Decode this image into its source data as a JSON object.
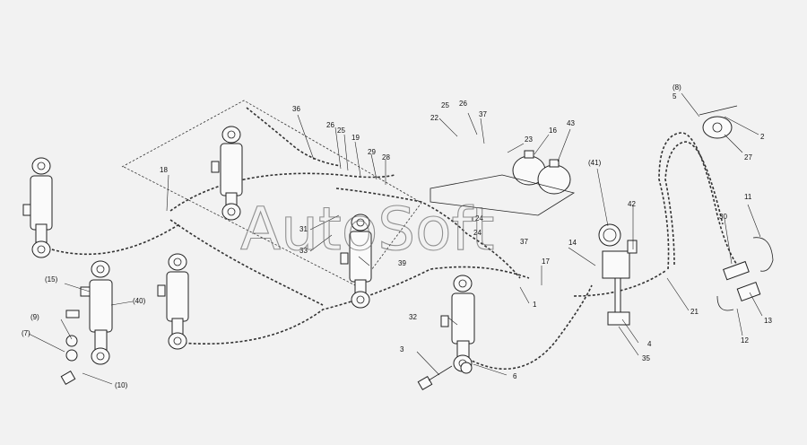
{
  "diagram": {
    "labels": {
      "l1": "1",
      "l2": "2",
      "l3": "3",
      "l4": "4",
      "l5": "5",
      "l6": "6",
      "l9": "(9)",
      "l7": "(7)",
      "l10": "(10)",
      "l8": "(8)",
      "l11": "11",
      "l12": "12",
      "l13": "13",
      "l14": "14",
      "l15": "(15)",
      "l16": "16",
      "l17": "17",
      "l18": "18",
      "l19": "19",
      "l21": "21",
      "l22": "22",
      "l23": "23",
      "l24a": "24",
      "l24b": "24",
      "l25a": "25",
      "l25b": "25",
      "l26a": "26",
      "l26b": "26",
      "l27": "27",
      "l28": "28",
      "l29": "29",
      "l30": "30",
      "l31": "31",
      "l32": "32",
      "l33": "33",
      "l35": "35",
      "l36": "36",
      "l37a": "37",
      "l37b": "37",
      "l39": "39",
      "l40": "(40)",
      "l41": "(41)",
      "l42": "42",
      "l43": "43"
    }
  }
}
